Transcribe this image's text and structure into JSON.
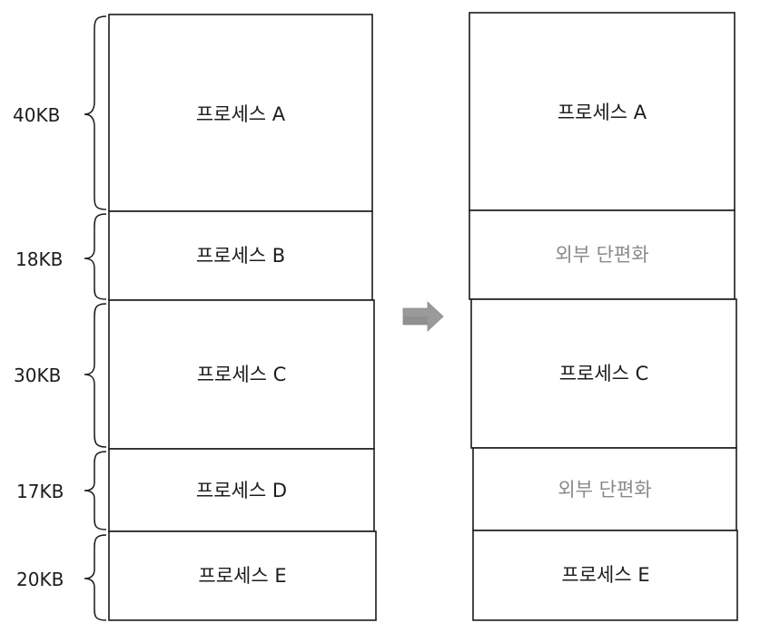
{
  "left_column": {
    "blocks": [
      {
        "size": "40KB",
        "label": "프로세스 A"
      },
      {
        "size": "18KB",
        "label": "프로세스 B"
      },
      {
        "size": "30KB",
        "label": "프로세스 C"
      },
      {
        "size": "17KB",
        "label": "프로세스 D"
      },
      {
        "size": "20KB",
        "label": "프로세스 E"
      }
    ]
  },
  "right_column": {
    "blocks": [
      {
        "label": "프로세스 A",
        "kind": "process"
      },
      {
        "label": "외부 단편화",
        "kind": "external-fragmentation"
      },
      {
        "label": "프로세스 C",
        "kind": "process"
      },
      {
        "label": "외부 단편화",
        "kind": "external-fragmentation"
      },
      {
        "label": "프로세스 E",
        "kind": "process"
      }
    ]
  },
  "arrow_icon": "right-arrow-icon",
  "colors": {
    "text": "#1c1c1c",
    "fragment_text": "#8a8a8a",
    "arrow": "#9a9a9a"
  }
}
